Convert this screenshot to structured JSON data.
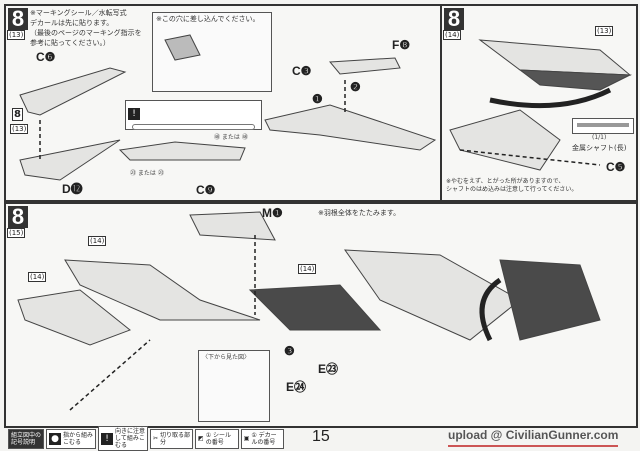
{
  "panel13": {
    "step": "8",
    "sub": "(13)",
    "note": "※マーキングシール／水転写式\nデカールは先に貼ります。\n（最後のページのマーキング指示を\n参考に貼ってください。）",
    "inset_note": "※この穴に差し込んでください。",
    "labels": {
      "c6": "C❻",
      "f8": "F❽",
      "c3": "C❸",
      "c9": "C❾",
      "d12": "D⓬"
    },
    "sticker_a": "㊽ または ㊽",
    "sticker_b": "㉓ または ㉓",
    "mark_sub": "8",
    "mark_sub2": "(13)"
  },
  "panel14": {
    "step": "8",
    "sub": "(14)",
    "ref_sub": "(13)",
    "ratio": "(1/1)",
    "shaft_label": "金属シャフト(長)",
    "c5": "C❺",
    "note": "※やむをえず、とがった所がありますので、\nシャフトのはめ込みは注意して行ってください。"
  },
  "panel15": {
    "step": "8",
    "sub": "(15)",
    "m1": "M❶",
    "e23": "E㉓",
    "e24": "E㉔",
    "note": "※羽根全体をたたみます。",
    "bottom_view": "〈下から見た図〉",
    "ref_a": "(14)",
    "ref_b": "(14)",
    "ref_c": "(14)"
  },
  "arrows": {
    "a1": "❶",
    "a2": "❷",
    "a3": "❸"
  },
  "footer": {
    "intro": "組立図中の記号説明",
    "items": [
      "指から組みこむる",
      "向きに注意して組みこむる",
      "切り取る部分",
      "① シールの番号",
      "① デカールの番号"
    ],
    "page": "15",
    "watermark": "upload @ CivilianGunner.com"
  }
}
